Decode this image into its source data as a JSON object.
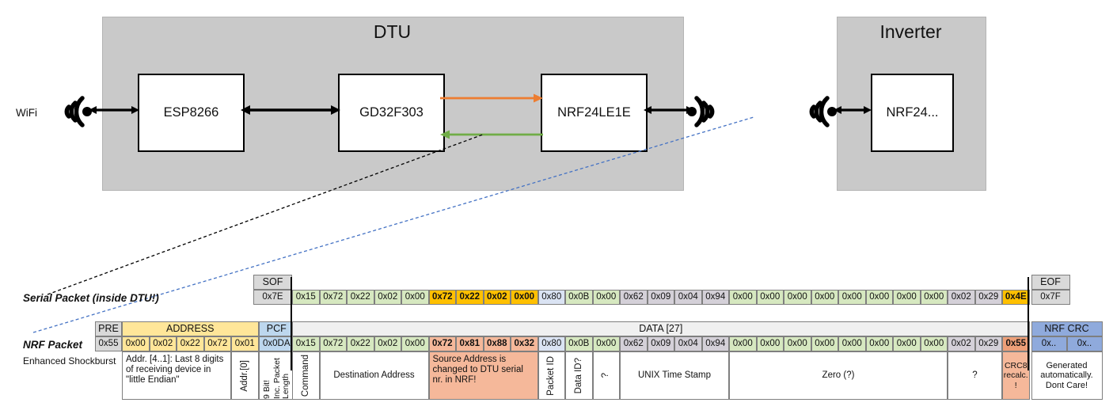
{
  "diagram": {
    "groups": [
      {
        "id": "dtu",
        "title": "DTU"
      },
      {
        "id": "inverter",
        "title": "Inverter"
      }
    ],
    "chips": [
      {
        "id": "esp",
        "label": "ESP8266"
      },
      {
        "id": "gd32",
        "label": "GD32F303"
      },
      {
        "id": "nrf24le1e",
        "label": "NRF24LE1E"
      },
      {
        "id": "nrf24",
        "label": "NRF24..."
      }
    ],
    "wifi_label": "WiFi",
    "colors": {
      "orange_arrow": "#ed7d31",
      "green_arrow": "#70ad47",
      "group_fill": "#c9c9c9",
      "black": "#000000",
      "blue_dash": "#4472c4"
    }
  },
  "serial_packet": {
    "row_label": "Serial Packet (inside DTU!)",
    "sof_header": "SOF",
    "sof_value": "0x7E",
    "eof_header": "EOF",
    "eof_value": "0x7F",
    "bytes": [
      {
        "v": "0x15",
        "c": "green",
        "b": false
      },
      {
        "v": "0x72",
        "c": "green",
        "b": false
      },
      {
        "v": "0x22",
        "c": "green",
        "b": false
      },
      {
        "v": "0x02",
        "c": "green",
        "b": false
      },
      {
        "v": "0x00",
        "c": "green",
        "b": false
      },
      {
        "v": "0x72",
        "c": "yellow",
        "b": true
      },
      {
        "v": "0x22",
        "c": "yellow",
        "b": true
      },
      {
        "v": "0x02",
        "c": "yellow",
        "b": true
      },
      {
        "v": "0x00",
        "c": "yellow",
        "b": true
      },
      {
        "v": "0x80",
        "c": "blue",
        "b": false
      },
      {
        "v": "0x0B",
        "c": "green",
        "b": false
      },
      {
        "v": "0x00",
        "c": "green",
        "b": false
      },
      {
        "v": "0x62",
        "c": "grey",
        "b": false
      },
      {
        "v": "0x09",
        "c": "grey",
        "b": false
      },
      {
        "v": "0x04",
        "c": "grey",
        "b": false
      },
      {
        "v": "0x94",
        "c": "grey",
        "b": false
      },
      {
        "v": "0x00",
        "c": "green",
        "b": false
      },
      {
        "v": "0x00",
        "c": "green",
        "b": false
      },
      {
        "v": "0x00",
        "c": "green",
        "b": false
      },
      {
        "v": "0x00",
        "c": "green",
        "b": false
      },
      {
        "v": "0x00",
        "c": "green",
        "b": false
      },
      {
        "v": "0x00",
        "c": "green",
        "b": false
      },
      {
        "v": "0x00",
        "c": "green",
        "b": false
      },
      {
        "v": "0x00",
        "c": "green",
        "b": false
      },
      {
        "v": "0x02",
        "c": "grey",
        "b": false
      },
      {
        "v": "0x29",
        "c": "grey",
        "b": false
      },
      {
        "v": "0x4E",
        "c": "amber",
        "b": true
      }
    ]
  },
  "nrf_packet": {
    "row_label": "NRF Packet",
    "sub_label": "Enhanced Shockburst",
    "headers": [
      {
        "t": "PRE",
        "c": "grey"
      },
      {
        "t": "ADDRESS",
        "c": "yellow"
      },
      {
        "t": "PCF",
        "c": "blue"
      },
      {
        "t": "DATA [27]",
        "c": "lightgrey"
      },
      {
        "t": "NRF CRC",
        "c": "crcblue"
      }
    ],
    "pre": {
      "v": "0x55",
      "c": "grey"
    },
    "address": [
      {
        "v": "0x00",
        "c": "yellow"
      },
      {
        "v": "0x02",
        "c": "yellow"
      },
      {
        "v": "0x22",
        "c": "yellow"
      },
      {
        "v": "0x72",
        "c": "yellow"
      },
      {
        "v": "0x01",
        "c": "yellow"
      }
    ],
    "pcf": {
      "v": "0x0DA",
      "c": "blue"
    },
    "data": [
      {
        "v": "0x15",
        "c": "green",
        "b": false
      },
      {
        "v": "0x72",
        "c": "green",
        "b": false
      },
      {
        "v": "0x22",
        "c": "green",
        "b": false
      },
      {
        "v": "0x02",
        "c": "green",
        "b": false
      },
      {
        "v": "0x00",
        "c": "green",
        "b": false
      },
      {
        "v": "0x72",
        "c": "salmon",
        "b": true
      },
      {
        "v": "0x81",
        "c": "salmon",
        "b": true
      },
      {
        "v": "0x88",
        "c": "salmon",
        "b": true
      },
      {
        "v": "0x32",
        "c": "salmon",
        "b": true
      },
      {
        "v": "0x80",
        "c": "blue",
        "b": false
      },
      {
        "v": "0x0B",
        "c": "green",
        "b": false
      },
      {
        "v": "0x00",
        "c": "green",
        "b": false
      },
      {
        "v": "0x62",
        "c": "grey",
        "b": false
      },
      {
        "v": "0x09",
        "c": "grey",
        "b": false
      },
      {
        "v": "0x04",
        "c": "grey",
        "b": false
      },
      {
        "v": "0x94",
        "c": "grey",
        "b": false
      },
      {
        "v": "0x00",
        "c": "green",
        "b": false
      },
      {
        "v": "0x00",
        "c": "green",
        "b": false
      },
      {
        "v": "0x00",
        "c": "green",
        "b": false
      },
      {
        "v": "0x00",
        "c": "green",
        "b": false
      },
      {
        "v": "0x00",
        "c": "green",
        "b": false
      },
      {
        "v": "0x00",
        "c": "green",
        "b": false
      },
      {
        "v": "0x00",
        "c": "green",
        "b": false
      },
      {
        "v": "0x00",
        "c": "green",
        "b": false
      },
      {
        "v": "0x02",
        "c": "grey",
        "b": false
      },
      {
        "v": "0x29",
        "c": "grey",
        "b": false
      },
      {
        "v": "0x55",
        "c": "salmondark",
        "b": true
      }
    ],
    "crc": [
      {
        "v": "0x..",
        "c": "crcblue"
      },
      {
        "v": "0x..",
        "c": "crcblue"
      }
    ],
    "descriptions": [
      {
        "id": "address-desc",
        "text": "Addr. [4..1]:\nLast 8 digits of receiving device in \"little Endian\"",
        "orient": "h",
        "fill": "white"
      },
      {
        "id": "addr0-desc",
        "text": "Addr.[0]",
        "orient": "v",
        "fill": "white"
      },
      {
        "id": "pcf-desc",
        "text": "9 Bit!",
        "text2": "Inc. Packet Length",
        "orient": "v2",
        "fill": "white"
      },
      {
        "id": "command-desc",
        "text": "Command",
        "orient": "v",
        "fill": "white"
      },
      {
        "id": "destination-desc",
        "text": "Destination Address",
        "orient": "h",
        "fill": "white"
      },
      {
        "id": "source-desc",
        "text": "Source Address is changed to DTU serial nr. in NRF!",
        "orient": "h",
        "fill": "salmon"
      },
      {
        "id": "packetid-desc",
        "text": "Packet ID",
        "orient": "v",
        "fill": "white"
      },
      {
        "id": "dataid-desc",
        "text": "Data ID?",
        "orient": "v",
        "fill": "white"
      },
      {
        "id": "unknown1-desc",
        "text": "?",
        "orient": "v",
        "fill": "white"
      },
      {
        "id": "unix-desc",
        "text": "UNIX Time Stamp",
        "orient": "h",
        "fill": "white"
      },
      {
        "id": "zero-desc",
        "text": "Zero (?)",
        "orient": "h",
        "fill": "white"
      },
      {
        "id": "unknown2-desc",
        "text": "?",
        "orient": "h",
        "fill": "white"
      },
      {
        "id": "crc8-desc",
        "text": "CRC8 recalc. !",
        "orient": "h",
        "fill": "salmon"
      },
      {
        "id": "nrfcrc-desc",
        "text": "Generated automatically. Dont Care!",
        "orient": "h",
        "fill": "white"
      }
    ]
  },
  "palette": {
    "green": "#d6e8c0",
    "yellow": "#ffc000",
    "blue": "#dae3f3",
    "grey": "#d4d0d8",
    "amber": "#ffc000",
    "salmon": "#f5b89a",
    "salmondark": "#ed9f78",
    "lightgrey": "#f0f0f0",
    "crcblue": "#8faadc",
    "white": "#ffffff",
    "hdrgrey": "#d9d9d9",
    "hdryellow": "#ffe699",
    "hdrblue": "#bdd7ee"
  }
}
